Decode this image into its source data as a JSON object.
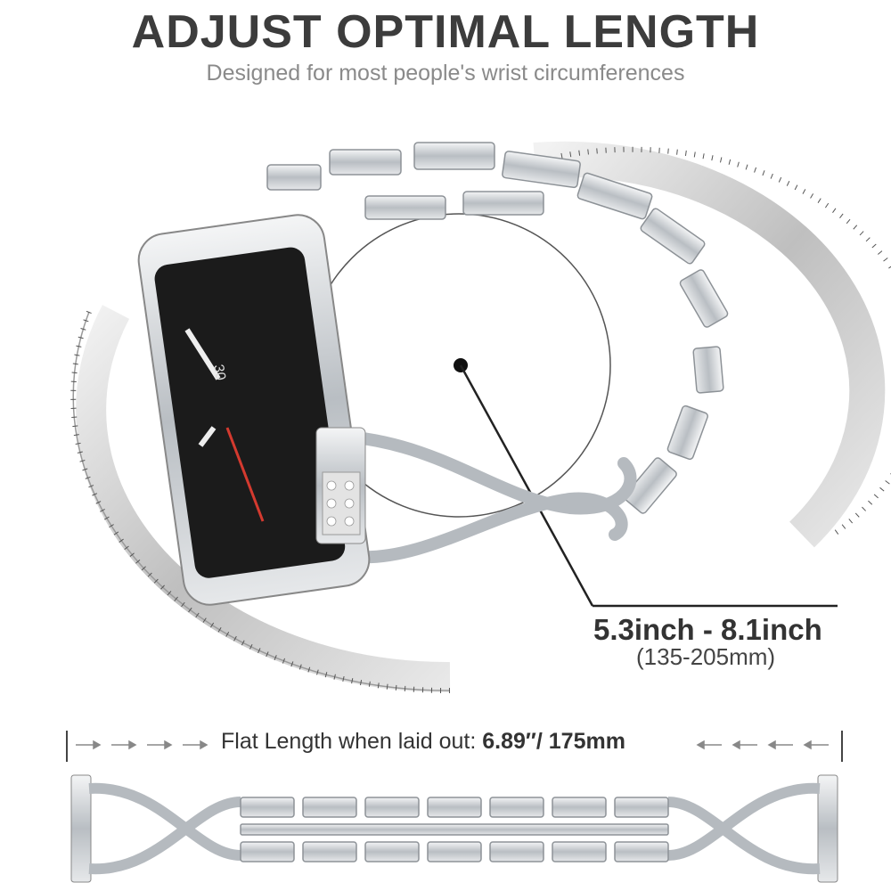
{
  "heading": {
    "title": "ADJUST OPTIMAL LENGTH",
    "subtitle": "Designed for most people's wrist circumferences"
  },
  "size_callout": {
    "range": "5.3inch - 8.1inch",
    "range_mm": "(135-205mm)"
  },
  "flat_length": {
    "label": "Flat Length when laid out: ",
    "inches": "6.89″",
    "mm": "/ 175mm"
  },
  "watch_face": {
    "number": "30"
  },
  "colors": {
    "title": "#3c3c3c",
    "subtitle": "#8a8a8a",
    "metal": "#c9cdd1",
    "screen": "#1b1b1b",
    "accent_red": "#d43a2f"
  }
}
